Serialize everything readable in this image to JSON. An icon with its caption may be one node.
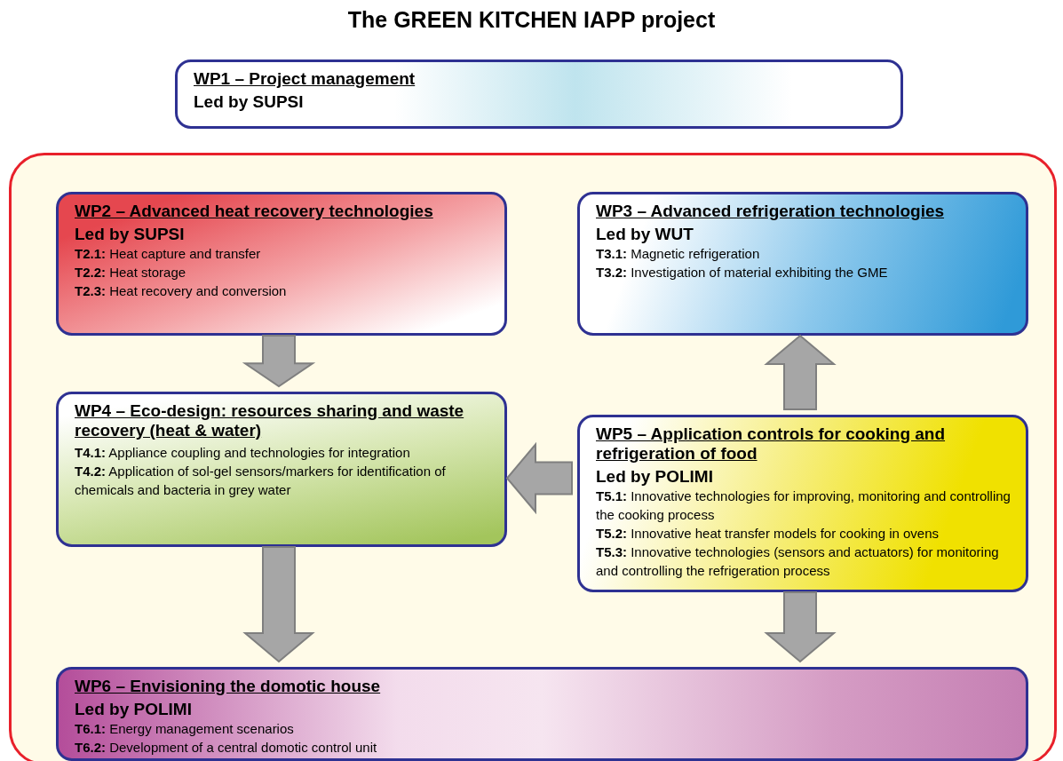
{
  "diagram": {
    "title": "The GREEN KITCHEN IAPP project",
    "nodes": [
      {
        "text": [
          "WP1 – Project management",
          "Led by SUPSI"
        ]
      },
      {
        "text": [],
        "shape": "box"
      },
      {
        "text": [
          "WP2 – Advanced heat recovery technologies",
          "Led by SUPSI",
          "**T2.1:** Heat capture and transfer",
          "**T2.2:** Heat storage",
          "**T2.3:** Heat recovery and conversion"
        ],
        "in": 1
      },
      {
        "text": [
          "WP3 – Advanced refrigeration technologies",
          "Led by WUT",
          "**T3.1:** Magnetic refrigeration",
          "**T3.2:** Investigation of material exhibiting the  GME"
        ],
        "in": 1
      },
      {
        "text": [
          "WP4 – Eco-design: resources sharing and waste recovery (heat & water)",
          "**T4.1:** Appliance coupling and technologies for integration",
          "**T4.2:** Application of sol-gel sensors/markers for identification of chemicals and bacteria in grey water"
        ],
        "in": 1
      },
      {
        "text": [
          "WP5 – Application controls for cooking and refrigeration of food",
          "Led by POLIMI",
          "**T5.1:** Innovative technologies for improving, monitoring and controlling the cooking process",
          "**T5.2:** Innovative heat transfer models for cooking in ovens",
          "**T5.3:** Innovative technologies (sensors and actuators) for monitoring and controlling the refrigeration process"
        ],
        "in": 1
      },
      {
        "text": [
          "WP6 – Envisioning the domotic house",
          "Led by POLIMI",
          "**T6.1:** Energy management  scenarios",
          "**T6.2:** Development of a central domotic control unit"
        ],
        "in": 1
      }
    ],
    "edges": [
      {
        "from": 2,
        "to": 4,
        "arrow": "to"
      },
      {
        "from": 5,
        "to": 3,
        "arrow": "to"
      },
      {
        "from": 5,
        "to": 4,
        "arrow": "to"
      },
      {
        "from": 4,
        "to": 6,
        "arrow": "to"
      },
      {
        "from": 5,
        "to": 6,
        "arrow": "to"
      }
    ]
  }
}
